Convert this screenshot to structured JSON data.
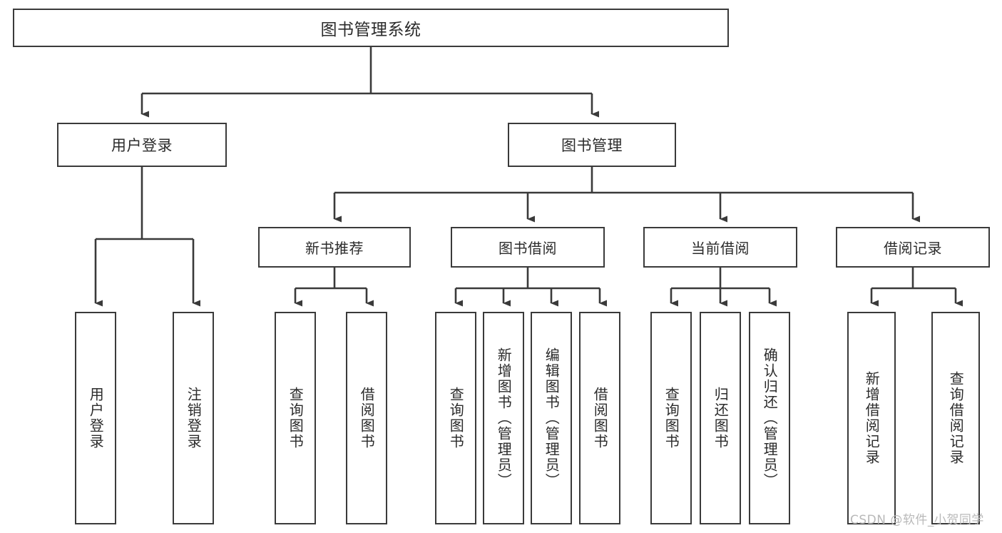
{
  "diagram": {
    "title": "图书管理系统",
    "type": "hierarchy-tree",
    "background_color": "#ffffff",
    "line_color": "#3a3a3a",
    "text_color": "#2b2b2b",
    "root": {
      "label": "图书管理系统",
      "children": [
        {
          "label": "用户登录",
          "children": [
            {
              "label": "用户登录"
            },
            {
              "label": "注销登录"
            }
          ]
        },
        {
          "label": "图书管理",
          "children": [
            {
              "label": "新书推荐",
              "children": [
                {
                  "label": "查询图书"
                },
                {
                  "label": "借阅图书"
                }
              ]
            },
            {
              "label": "图书借阅",
              "children": [
                {
                  "label": "查询图书"
                },
                {
                  "label": "新增图书（管理员）"
                },
                {
                  "label": "编辑图书（管理员）"
                },
                {
                  "label": "借阅图书"
                }
              ]
            },
            {
              "label": "当前借阅",
              "children": [
                {
                  "label": "查询图书"
                },
                {
                  "label": "归还图书"
                },
                {
                  "label": "确认归还（管理员）"
                }
              ]
            },
            {
              "label": "借阅记录",
              "children": [
                {
                  "label": "新增借阅记录"
                },
                {
                  "label": "查询借阅记录"
                }
              ]
            }
          ]
        }
      ]
    },
    "watermark": "CSDN @软件_小贺同学"
  },
  "nodes": {
    "root": "图书管理系统",
    "user_login": "用户登录",
    "book_manage": "图书管理",
    "new_book_rec": "新书推荐",
    "book_borrow": "图书借阅",
    "current_borrow": "当前借阅",
    "borrow_record": "借阅记录",
    "leaf_user_login": "用户登录",
    "leaf_logout": "注销登录",
    "leaf_rec_query": "查询图书",
    "leaf_rec_borrow": "借阅图书",
    "leaf_bb_query": "查询图书",
    "leaf_bb_add": "新增图书（管理员）",
    "leaf_bb_edit": "编辑图书（管理员）",
    "leaf_bb_borrow": "借阅图书",
    "leaf_cb_query": "查询图书",
    "leaf_cb_return": "归还图书",
    "leaf_cb_confirm": "确认归还（管理员）",
    "leaf_br_add": "新增借阅记录",
    "leaf_br_query": "查询借阅记录"
  },
  "watermark": {
    "text": "CSDN @软件_小贺同学"
  }
}
